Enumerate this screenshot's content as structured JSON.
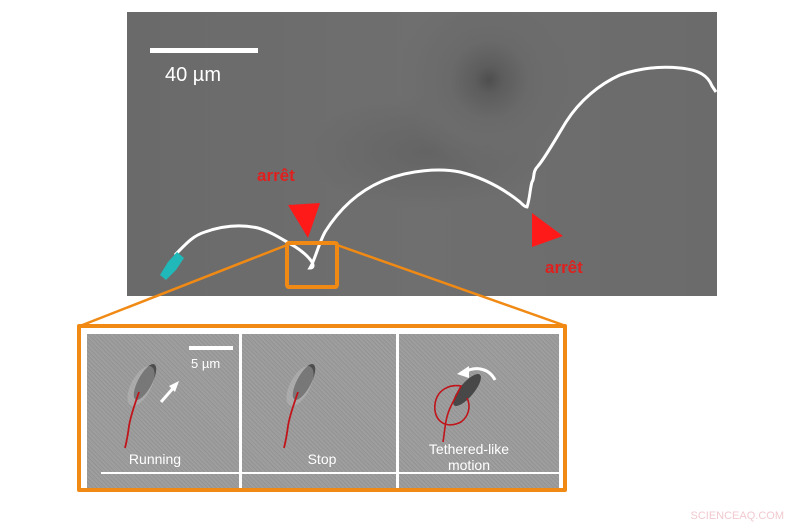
{
  "main_image": {
    "scale_bar_label": "40 µm",
    "stop_labels": [
      "arrêt",
      "arrêt"
    ],
    "colors": {
      "track": "#ffffff",
      "marker": "#ff1a1a",
      "start_marker": "#20b8b8",
      "zoom_box": "#f08a14"
    }
  },
  "inset": {
    "scale_bar_label": "5 µm",
    "panels": [
      {
        "label": "Running"
      },
      {
        "label": "Stop"
      },
      {
        "label_line1": "Tethered-like",
        "label_line2": "motion"
      }
    ]
  },
  "watermark": "SCIENCEAQ.COM"
}
